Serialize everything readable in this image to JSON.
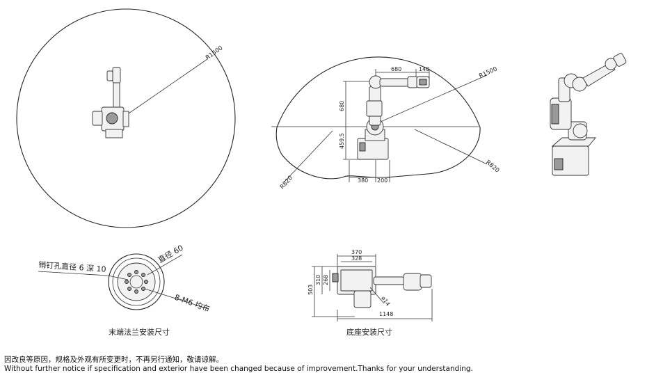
{
  "top_view": {
    "radius_label": "R1500"
  },
  "side_view": {
    "radius_outer_label": "R1500",
    "radius_left_label": "R820",
    "radius_right_label": "R820",
    "dim_680_top": "680",
    "dim_140": "140",
    "dim_680_vertical": "680",
    "dim_459_5": "459.5",
    "dim_380": "380",
    "dim_200": "200"
  },
  "flange_view": {
    "pin_hole_label": "销钉孔直径 6 深 10",
    "diameter_label": "直径 60",
    "bolt_label": "8-M6 均布",
    "caption": "末端法兰安装尺寸"
  },
  "base_view": {
    "dim_370": "370",
    "dim_328": "328",
    "dim_503": "503",
    "dim_310": "310",
    "dim_268": "268",
    "dim_hole": "⌀14",
    "dim_1148": "1148",
    "caption": "底座安装尺寸"
  },
  "footer": {
    "notice_cn": "因改良等原因，规格及外观有所变更时，不再另行通知，敬请谅解。",
    "notice_en": "Without further notice if specification and exterior have been changed because of improvement.Thanks for your understanding."
  }
}
